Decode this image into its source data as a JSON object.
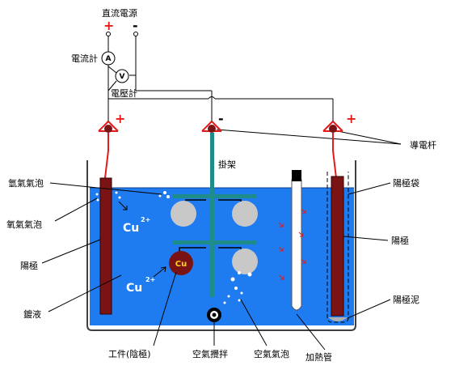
{
  "power_supply": {
    "label": "直流電源",
    "plus": "+",
    "minus": "-"
  },
  "ammeter": {
    "label": "電流計",
    "symbol": "A"
  },
  "voltmeter": {
    "label": "電壓計",
    "symbol": "V"
  },
  "terminals": {
    "left_sign": "+",
    "center_sign": "-",
    "right_sign": "+"
  },
  "labels": {
    "conductive_rod": "導電杆",
    "hanger": "掛架",
    "hydrogen_bubbles": "氫氣氣泡",
    "oxygen_bubbles": "氧氣氣泡",
    "anode_left": "陽極",
    "plating_solution": "鍍液",
    "workpiece_cathode": "工件(陰極)",
    "air_agitation": "空氣攪拌",
    "air_bubbles": "空氣氣泡",
    "heating_tube": "加熱管",
    "anode_bag": "陽極袋",
    "anode_right": "陽極",
    "anode_sludge": "陽極泥"
  },
  "ions": {
    "symbol": "Cu",
    "charge": "2+"
  },
  "workpiece_symbol": "Cu",
  "colors": {
    "solution": "#1e7cf0",
    "anode": "#7a1414",
    "wire_red": "#e21b1b",
    "hanger": "#1f8c8c",
    "workpiece": "#c8c8c8"
  }
}
